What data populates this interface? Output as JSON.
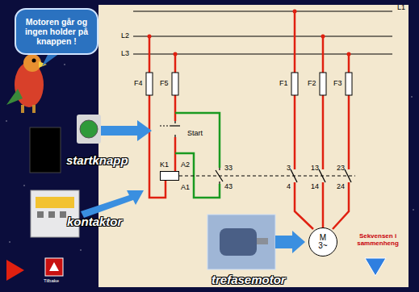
{
  "diagram": {
    "nodes": [
      {
        "text": [
          "Motoren går og ingen holder på knappen !"
        ]
      },
      {
        "text": [
          "K1"
        ]
      },
      {
        "text": [
          "M",
          "3~"
        ]
      }
    ],
    "labels": [
      "L1",
      "L2",
      "L3",
      "F4",
      "F5",
      "F1",
      "F2",
      "F3",
      "Start",
      "A2",
      "A1",
      "33",
      "43",
      "3",
      "4",
      "13",
      "14",
      "23",
      "24",
      "startknapp",
      "kontaktor",
      "trefasemotor",
      "Sekvensen i sammenheng",
      "Tilbake"
    ]
  }
}
